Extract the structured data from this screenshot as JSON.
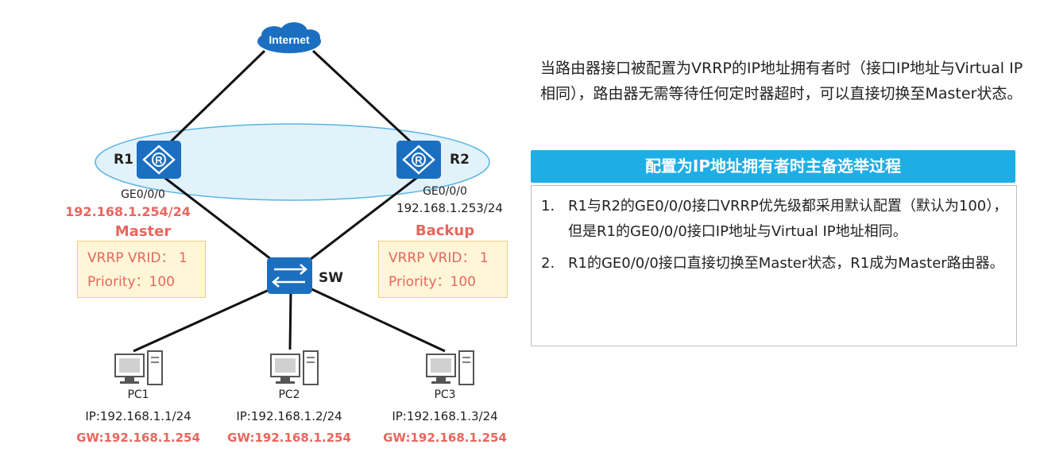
{
  "diagram": {
    "internet_label": "Internet",
    "r1": {
      "name": "R1",
      "interface": "GE0/0/0",
      "ip": "192.168.1.254/24",
      "role": "Master",
      "vrid_line": "VRRP VRID： 1",
      "priority_line": "Priority：100"
    },
    "r2": {
      "name": "R2",
      "interface": "GE0/0/0",
      "ip": "192.168.1.253/24",
      "role": "Backup",
      "vrid_line": "VRRP VRID： 1",
      "priority_line": "Priority：100"
    },
    "switch_label": "SW",
    "pcs": [
      {
        "name": "PC1",
        "ip": "IP:192.168.1.1/24",
        "gw": "GW:192.168.1.254"
      },
      {
        "name": "PC2",
        "ip": "IP:192.168.1.2/24",
        "gw": "GW:192.168.1.254"
      },
      {
        "name": "PC3",
        "ip": "IP:192.168.1.3/24",
        "gw": "GW:192.168.1.254"
      }
    ]
  },
  "text_panel": {
    "intro": "当路由器接口被配置为VRRP的IP地址拥有者时（接口IP地址与Virtual IP相同），路由器无需等待任何定时器超时，可以直接切换至Master状态。",
    "title": "配置为IP地址拥有者时主备选举过程",
    "steps": [
      {
        "num": "1.",
        "text": "R1与R2的GE0/0/0接口VRRP优先级都采用默认配置（默认为100），但是R1的GE0/0/0接口IP地址与Virtual IP地址相同。"
      },
      {
        "num": "2.",
        "text": "R1的GE0/0/0接口直接切换至Master状态，R1成为Master路由器。"
      }
    ]
  },
  "colors": {
    "accent_blue": "#1eaee6",
    "router_blue": "#1b6fc1",
    "highlight_red": "#e8665d",
    "vrrp_box_bg": "#fff6d8",
    "ellipse_fill": "#e2f2fb"
  }
}
